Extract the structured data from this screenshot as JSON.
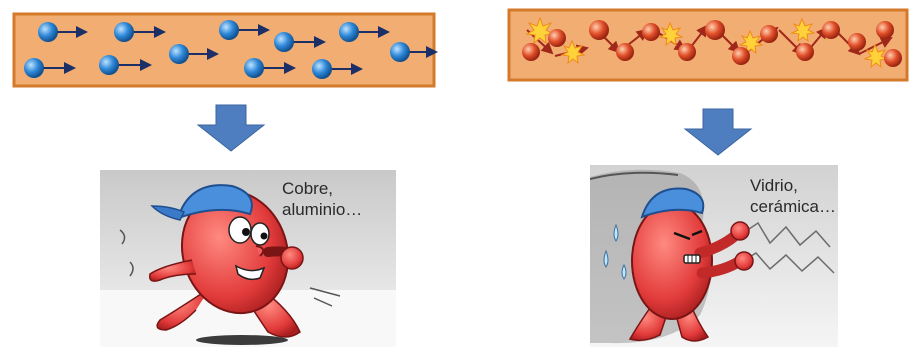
{
  "left": {
    "caption_line1": "Cobre,",
    "caption_line2": "aluminio…"
  },
  "right": {
    "caption_line1": "Vidrio,",
    "caption_line2": "cerámica…"
  },
  "colors": {
    "strip_fill": "#f2ad73",
    "strip_border": "#d47a2a",
    "electron_blue": "#2e88d8",
    "electron_red": "#e2502a",
    "arrow_down": "#4f7ec0",
    "character_red": "#e23b3b",
    "cap_blue": "#4a8fdc"
  }
}
